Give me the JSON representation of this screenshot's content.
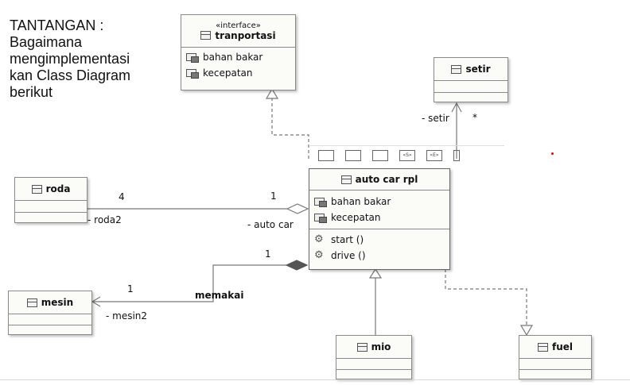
{
  "challenge_text": [
    "TANTANGAN :",
    "Bagaimana",
    "mengimplementasi",
    "kan Class Diagram",
    "berikut"
  ],
  "classes": {
    "transport": {
      "stereotype": "«interface»",
      "name": "tranportasi",
      "attributes": [
        "bahan bakar",
        "kecepatan"
      ]
    },
    "setir": {
      "name": "setir"
    },
    "roda": {
      "name": "roda"
    },
    "autocar": {
      "name": "auto car rpl",
      "attributes": [
        "bahan bakar",
        "kecepatan"
      ],
      "operations": [
        "start ()",
        "drive ()"
      ]
    },
    "mesin": {
      "name": "mesin"
    },
    "mio": {
      "name": "mio"
    },
    "fuel": {
      "name": "fuel"
    }
  },
  "labels": {
    "setir_role": "- setir",
    "setir_mult": "*",
    "roda_mult": "4",
    "roda_role": "- roda2",
    "autocar_mult": "1",
    "autocar_role": "- auto car",
    "mesin_comp_mult": "1",
    "mesin_mult": "1",
    "mesin_role": "- mesin2",
    "memakai": "memakai"
  },
  "toolbar": [
    "folder-icon",
    "class-icon",
    "enum-icon",
    "stereotype-icon",
    "interface-icon",
    "more-icon"
  ],
  "toolbar_text": [
    "",
    "",
    "",
    "«S»",
    "«E»",
    ""
  ],
  "colors": {
    "line": "#777777",
    "box_fill": "#fbfbf7",
    "composition": "#555555",
    "dot": "#dd0000"
  }
}
